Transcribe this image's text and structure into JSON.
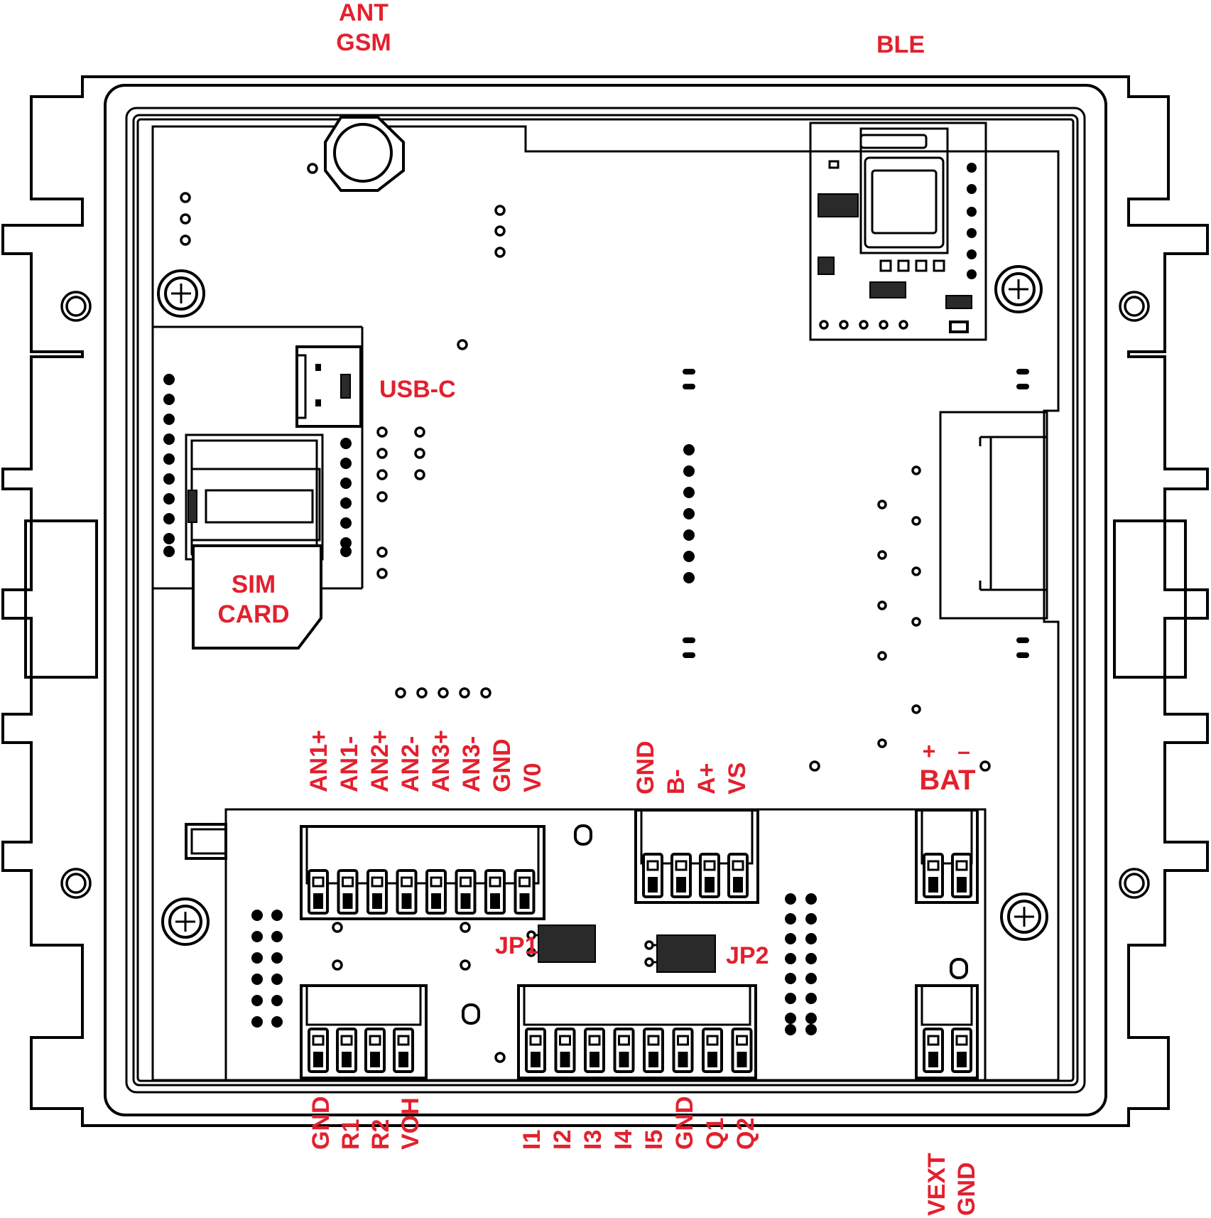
{
  "labels": {
    "ant": "ANT",
    "gsm": "GSM",
    "ble": "BLE",
    "usb": "USB-C",
    "sim_line1": "SIM",
    "sim_line2": "CARD",
    "jp1": "JP1",
    "jp2": "JP2",
    "bat": "BAT",
    "bat_plus": "+",
    "bat_minus": "–",
    "top_left_connector": [
      "AN1+",
      "AN1-",
      "AN2+",
      "AN2-",
      "AN3+",
      "AN3-",
      "GND",
      "V0"
    ],
    "top_mid_connector": [
      "GND",
      "B-",
      "A+",
      "VS"
    ],
    "bottom_left_connector": [
      "GND",
      "R1",
      "R2",
      "VOH"
    ],
    "bottom_mid_connector": [
      "I1",
      "I2",
      "I3",
      "I4",
      "I5",
      "GND",
      "Q1",
      "Q2"
    ],
    "bottom_right_connector": [
      "VEXT",
      "GND"
    ]
  },
  "colors": {
    "label": "#e3202e",
    "line": "#000000",
    "background": "#ffffff"
  },
  "icons": [
    "screw-icon",
    "antenna-connector-icon",
    "sim-card-icon",
    "usb-c-port-icon",
    "ble-module-icon",
    "terminal-block-icon",
    "jumper-icon"
  ]
}
